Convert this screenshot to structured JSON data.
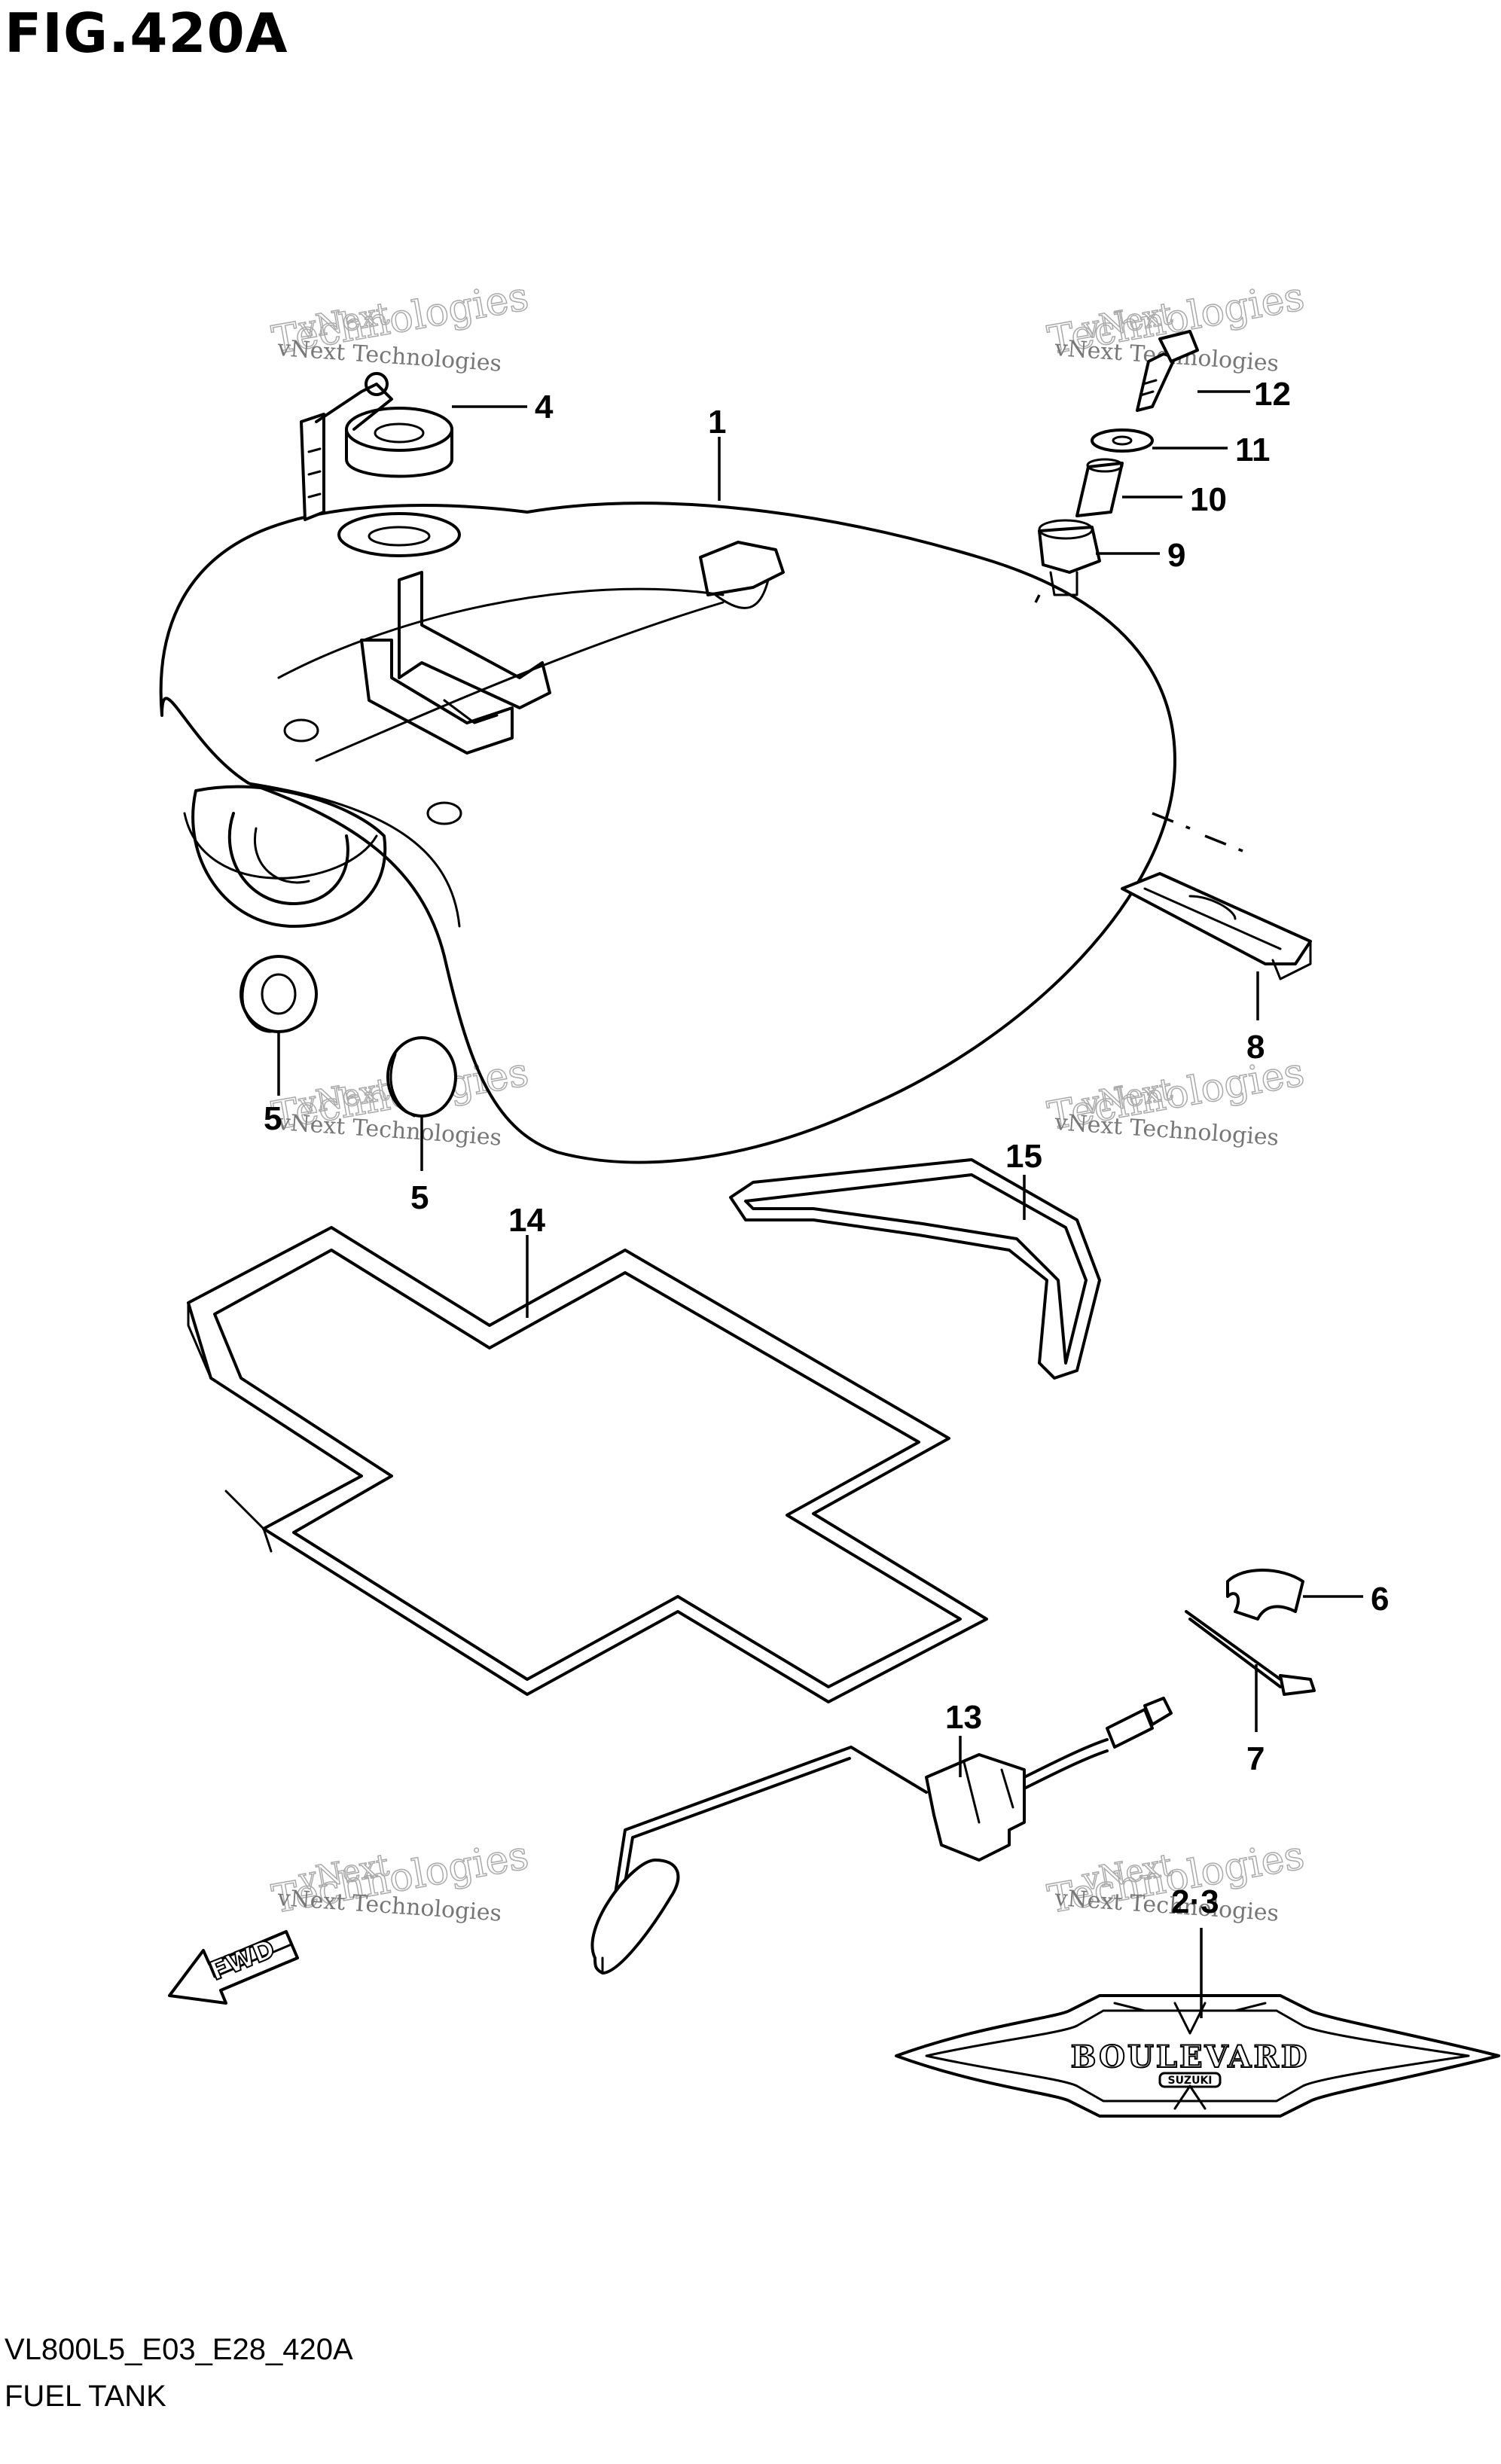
{
  "figure": {
    "title": "FIG.420A",
    "code": "VL800L5_E03_E28_420A",
    "name": "FUEL TANK"
  },
  "callouts": [
    "1",
    "2·3",
    "4",
    "5",
    "5",
    "6",
    "7",
    "8",
    "9",
    "10",
    "11",
    "12",
    "13",
    "14",
    "15"
  ],
  "badge": {
    "main": "BOULEVARD",
    "sub": "SUZUKI"
  },
  "fwd_label": "FWD",
  "watermark": {
    "line1": "vNext Technologies",
    "line2": "Technologies",
    "line3": "vNext"
  }
}
